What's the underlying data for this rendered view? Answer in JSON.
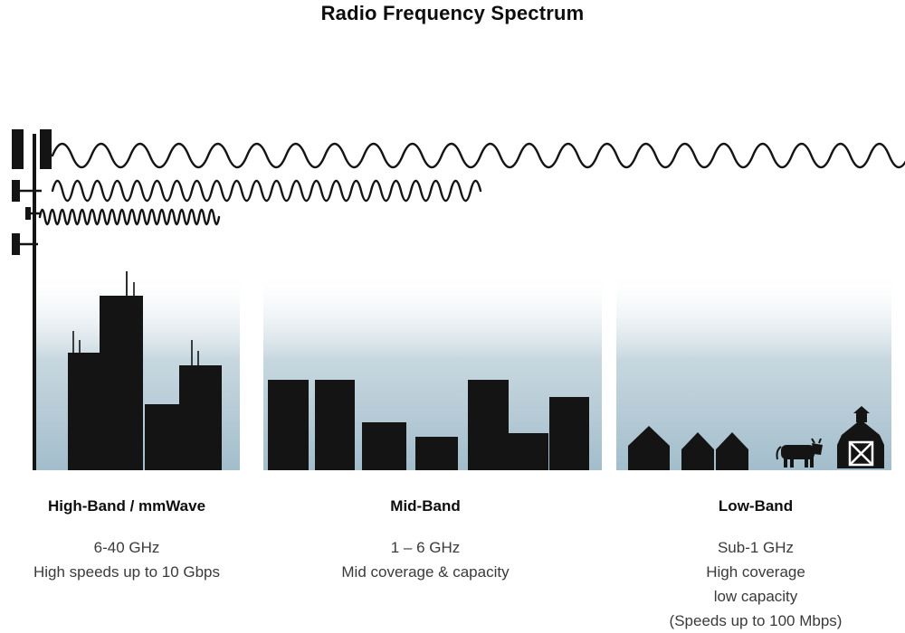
{
  "title": "Radio Frequency Spectrum",
  "colors": {
    "silhouette": "#141414",
    "sky_mid": "#bdd0da",
    "sky_bottom": "#a2bdcb",
    "description_text": "#3a3a3a"
  },
  "icons": {
    "tower": "cell-tower-icon",
    "waves": [
      "long-wave-icon",
      "medium-wave-icon",
      "short-wave-icon"
    ],
    "scenes": [
      "skyscrapers-icon",
      "mid-rise-buildings-icon",
      "houses-icon",
      "cow-icon",
      "barn-icon"
    ]
  },
  "bands": [
    {
      "label": "High-Band / mmWave",
      "lines": [
        "6-40 GHz",
        "High speeds up to 10 Gbps"
      ],
      "scene": "city-skyscrapers"
    },
    {
      "label": "Mid-Band",
      "lines": [
        "1 – 6 GHz",
        "Mid coverage & capacity"
      ],
      "scene": "mid-rise-buildings"
    },
    {
      "label": "Low-Band",
      "lines": [
        "Sub-1 GHz",
        "High coverage",
        "low capacity",
        "(Speeds up to 100 Mbps)"
      ],
      "scene": "rural-houses-farm"
    }
  ]
}
